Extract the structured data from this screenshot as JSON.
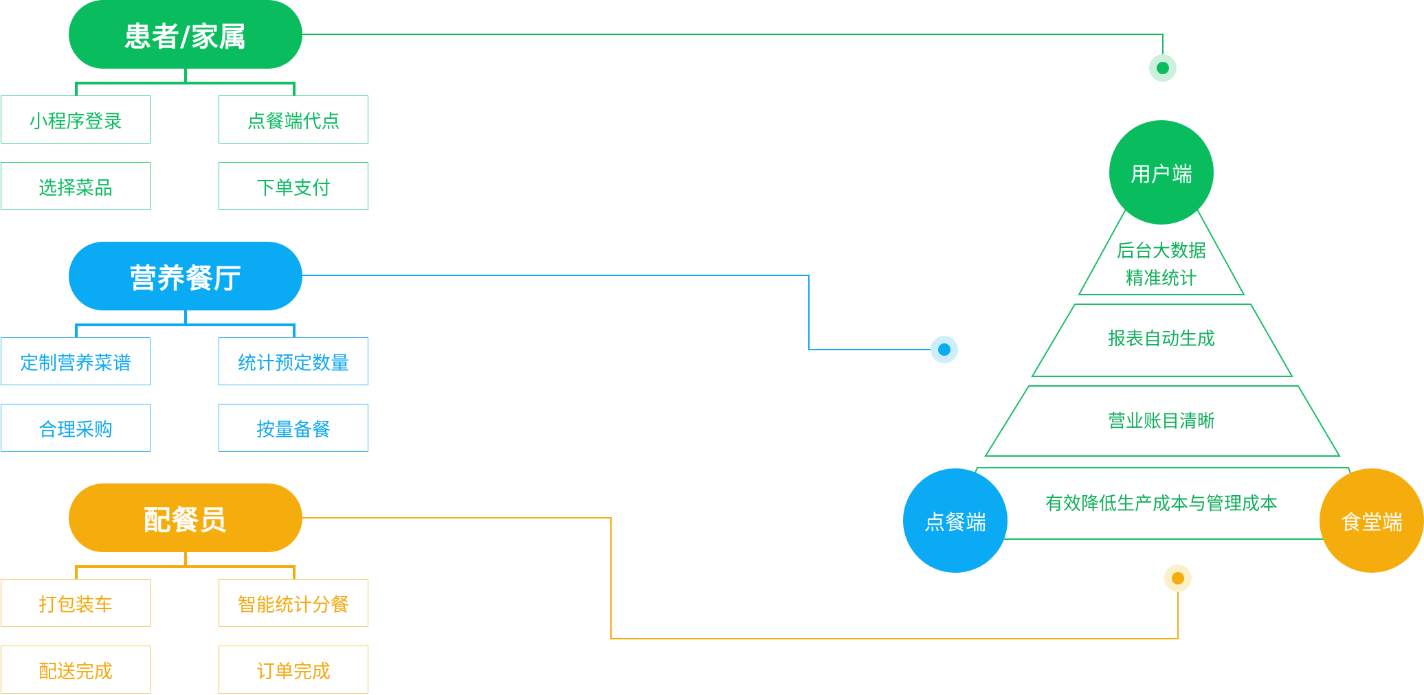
{
  "colors": {
    "green": "#09bd5f",
    "blue": "#0aaaf4",
    "orange": "#f5ad0d"
  },
  "groups": [
    {
      "title": "患者/家属",
      "items": [
        "小程序登录",
        "点餐端代点",
        "选择菜品",
        "下单支付"
      ]
    },
    {
      "title": "营养餐厅",
      "items": [
        "定制营养菜谱",
        "统计预定数量",
        "合理采购",
        "按量备餐"
      ]
    },
    {
      "title": "配餐员",
      "items": [
        "打包装车",
        "智能统计分餐",
        "配送完成",
        "订单完成"
      ]
    }
  ],
  "pyramid": {
    "top": "用户端",
    "left": "点餐端",
    "right": "食堂端",
    "levels": [
      {
        "line1": "后台大数据",
        "line2": "精准统计"
      },
      {
        "line1": "报表自动生成",
        "line2": ""
      },
      {
        "line1": "营业账目清晰",
        "line2": ""
      },
      {
        "line1": "有效降低生产成本与管理成本",
        "line2": ""
      }
    ]
  }
}
